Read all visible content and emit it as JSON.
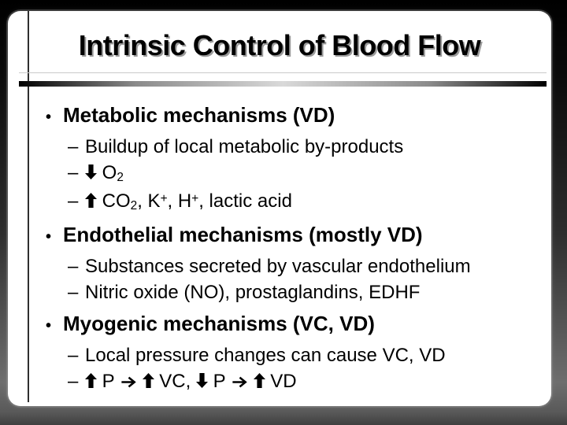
{
  "slide": {
    "title": "Intrinsic Control of Blood Flow",
    "bullet_char": "•",
    "dash_char": "–",
    "sections": [
      {
        "heading": "Metabolic mechanisms (VD)",
        "items": [
          [
            {
              "t": "text",
              "v": "Buildup of local metabolic by-products"
            }
          ],
          [
            {
              "t": "down-arrow"
            },
            {
              "t": "text",
              "v": " O"
            },
            {
              "t": "sub",
              "v": "2"
            }
          ],
          [
            {
              "t": "up-arrow"
            },
            {
              "t": "text",
              "v": " CO"
            },
            {
              "t": "sub",
              "v": "2"
            },
            {
              "t": "text",
              "v": ", K"
            },
            {
              "t": "sup",
              "v": "+"
            },
            {
              "t": "text",
              "v": ", H"
            },
            {
              "t": "sup",
              "v": "+"
            },
            {
              "t": "text",
              "v": ", lactic acid"
            }
          ]
        ]
      },
      {
        "heading": "Endothelial mechanisms (mostly VD)",
        "items": [
          [
            {
              "t": "text",
              "v": "Substances secreted by vascular endothelium"
            }
          ],
          [
            {
              "t": "text",
              "v": "Nitric oxide (NO), prostaglandins, EDHF"
            }
          ]
        ]
      },
      {
        "heading": "Myogenic mechanisms (VC, VD)",
        "items": [
          [
            {
              "t": "text",
              "v": "Local pressure changes can cause VC, VD"
            }
          ],
          [
            {
              "t": "up-arrow"
            },
            {
              "t": "text",
              "v": " P "
            },
            {
              "t": "right-arrow"
            },
            {
              "t": "text",
              "v": " "
            },
            {
              "t": "up-arrow"
            },
            {
              "t": "text",
              "v": " VC, "
            },
            {
              "t": "down-arrow"
            },
            {
              "t": "text",
              "v": " P "
            },
            {
              "t": "right-arrow"
            },
            {
              "t": "text",
              "v": " "
            },
            {
              "t": "up-arrow"
            },
            {
              "t": "text",
              "v": " VD"
            }
          ]
        ]
      }
    ]
  },
  "colors": {
    "frame_top": "#000000",
    "frame_bottom": "#6e6e6e",
    "panel_bg": "#ffffff",
    "text": "#000000",
    "title_shadow": "#9a9a9a",
    "divider_mid": "#d9d9d9",
    "divider_edge": "#000000",
    "faint_rule": "#c9c9c9",
    "vertical_rule": "#2f2f2f",
    "arrow": "#000000"
  }
}
